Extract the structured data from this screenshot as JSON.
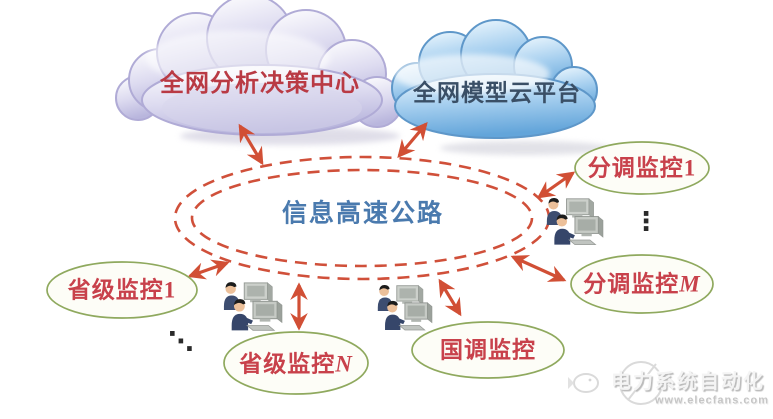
{
  "clouds": {
    "analysis": {
      "label": "全网分析决策中心",
      "text_color": "#b93a44",
      "fill": "#cfcde8"
    },
    "model": {
      "label": "全网模型云平台",
      "text_color": "#3a4f66",
      "fill": "#7db4e2"
    }
  },
  "hub": {
    "label": "信息高速公路",
    "text_color": "#4a7aae",
    "ring_color": "#d0503a"
  },
  "nodes": {
    "fendiao1": {
      "text": "分调监控",
      "suffix": "1"
    },
    "fendiaoM": {
      "text": "分调监控",
      "suffix": "M"
    },
    "shengji1": {
      "text": "省级监控",
      "suffix": "1"
    },
    "shengjiN": {
      "text": "省级监控",
      "suffix": "N"
    },
    "guodiao": {
      "text": "国调监控",
      "suffix": ""
    }
  },
  "ellipsis": {
    "vertical": "⋮",
    "diagonal": "⋱"
  },
  "icons": {
    "workstation": "operator-workstation-icon",
    "watermark_logo": "record-logo-icon",
    "watermark_fish": "fish-icon"
  },
  "watermark": {
    "brand": "电力系统自动化",
    "url": "www.elecfans.com"
  },
  "colors": {
    "arrow": "#d14f35",
    "node_border": "#8fa95e",
    "node_text": "#c8414b",
    "cloud_left_stroke": "#b0abd6",
    "cloud_right_stroke": "#5e97c9",
    "background": "#ffffff"
  }
}
